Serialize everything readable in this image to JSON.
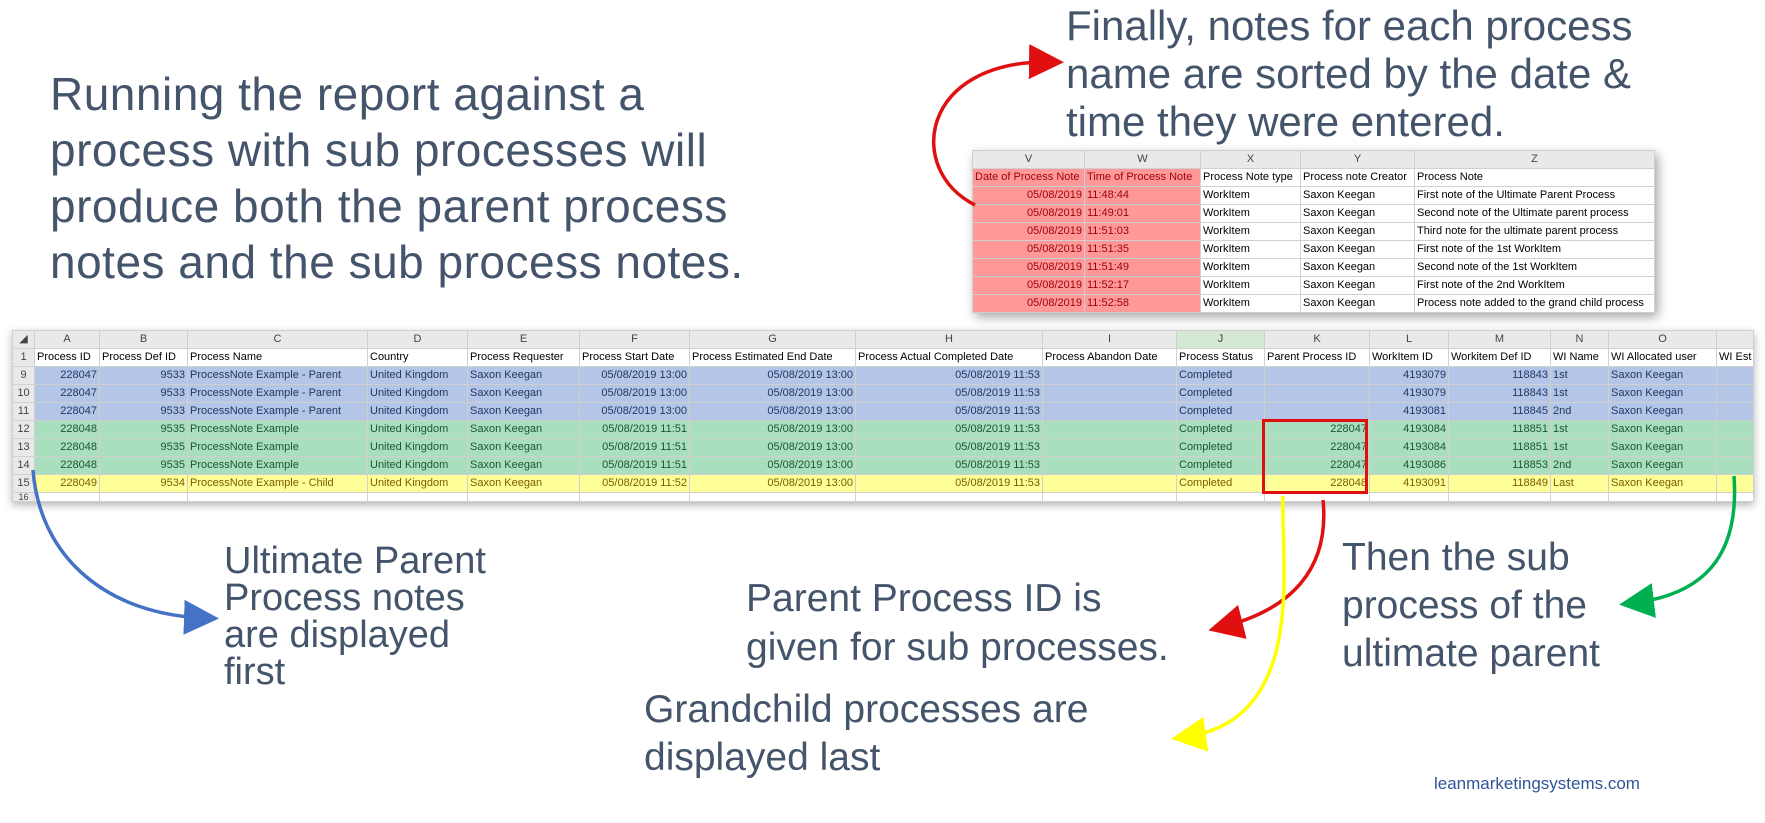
{
  "main_text": "Running the report against a\nprocess with sub processes will\nproduce both the parent process\nnotes and the sub process notes.",
  "top_right_text": "Finally, notes for each process\nname are sorted by the date &\ntime they were entered.",
  "annotations": {
    "ultimate_parent": "Ultimate Parent\nProcess notes\nare displayed\nfirst",
    "parent_process_id": "Parent Process ID is\ngiven for sub processes.",
    "grandchild": "Grandchild processes are\ndisplayed last",
    "sub_process": "Then the sub\nprocess of the\nultimate parent"
  },
  "footer": "leanmarketingsystems.com",
  "colors": {
    "text": "#44546a",
    "blue_rows": "#b4c6e7",
    "green_rows": "#a9dfbf",
    "yellow_rows": "#ffff99",
    "red_highlight": "#ff9999",
    "arrow_red": "#e01010",
    "arrow_blue": "#4472c4",
    "arrow_yellow": "#ffff00",
    "arrow_green": "#00b050"
  },
  "notes_sheet": {
    "columns": [
      "V",
      "W",
      "X",
      "Y",
      "Z"
    ],
    "headers": [
      "Date of Process Note",
      "Time of Process Note",
      "Process Note type",
      "Process note Creator",
      "Process Note"
    ],
    "rows": [
      [
        "05/08/2019",
        "11:48:44",
        "WorkItem",
        "Saxon Keegan",
        "First note of the Ultimate Parent Process"
      ],
      [
        "05/08/2019",
        "11:49:01",
        "WorkItem",
        "Saxon Keegan",
        "Second note of the Ultimate parent process"
      ],
      [
        "05/08/2019",
        "11:51:03",
        "WorkItem",
        "Saxon Keegan",
        "Third note for the ultimate parent process"
      ],
      [
        "05/08/2019",
        "11:51:35",
        "WorkItem",
        "Saxon Keegan",
        "First note of the 1st WorkItem"
      ],
      [
        "05/08/2019",
        "11:51:49",
        "WorkItem",
        "Saxon Keegan",
        "Second note of the 1st WorkItem"
      ],
      [
        "05/08/2019",
        "11:52:17",
        "WorkItem",
        "Saxon Keegan",
        "First note of the 2nd WorkItem"
      ],
      [
        "05/08/2019",
        "11:52:58",
        "WorkItem",
        "Saxon Keegan",
        "Process note added to the grand child process"
      ]
    ]
  },
  "main_sheet": {
    "columns": [
      "A",
      "B",
      "C",
      "D",
      "E",
      "F",
      "G",
      "H",
      "I",
      "J",
      "K",
      "L",
      "M",
      "N",
      "O",
      ""
    ],
    "header_row_num": "1",
    "headers": [
      "Process ID",
      "Process Def ID",
      "Process Name",
      "Country",
      "Process Requester",
      "Process Start Date",
      "Process Estimated End Date",
      "Process Actual Completed Date",
      "Process Abandon Date",
      "Process Status",
      "Parent Process ID",
      "WorkItem ID",
      "Workitem Def ID",
      "WI Name",
      "WI Allocated user",
      "WI Est"
    ],
    "rows": [
      {
        "num": "9",
        "band": "blue",
        "cells": [
          "228047",
          "9533",
          "ProcessNote Example - Parent",
          "United Kingdom",
          "Saxon Keegan",
          "05/08/2019 13:00",
          "05/08/2019 13:00",
          "05/08/2019 11:53",
          "",
          "Completed",
          "",
          "4193079",
          "118843",
          "1st",
          "Saxon Keegan",
          ""
        ]
      },
      {
        "num": "10",
        "band": "blue",
        "cells": [
          "228047",
          "9533",
          "ProcessNote Example - Parent",
          "United Kingdom",
          "Saxon Keegan",
          "05/08/2019 13:00",
          "05/08/2019 13:00",
          "05/08/2019 11:53",
          "",
          "Completed",
          "",
          "4193079",
          "118843",
          "1st",
          "Saxon Keegan",
          ""
        ]
      },
      {
        "num": "11",
        "band": "blue",
        "cells": [
          "228047",
          "9533",
          "ProcessNote Example - Parent",
          "United Kingdom",
          "Saxon Keegan",
          "05/08/2019 13:00",
          "05/08/2019 13:00",
          "05/08/2019 11:53",
          "",
          "Completed",
          "",
          "4193081",
          "118845",
          "2nd",
          "Saxon Keegan",
          ""
        ]
      },
      {
        "num": "12",
        "band": "green",
        "cells": [
          "228048",
          "9535",
          "ProcessNote Example",
          "United Kingdom",
          "Saxon Keegan",
          "05/08/2019 11:51",
          "05/08/2019 13:00",
          "05/08/2019 11:53",
          "",
          "Completed",
          "228047",
          "4193084",
          "118851",
          "1st",
          "Saxon Keegan",
          ""
        ]
      },
      {
        "num": "13",
        "band": "green",
        "cells": [
          "228048",
          "9535",
          "ProcessNote Example",
          "United Kingdom",
          "Saxon Keegan",
          "05/08/2019 11:51",
          "05/08/2019 13:00",
          "05/08/2019 11:53",
          "",
          "Completed",
          "228047",
          "4193084",
          "118851",
          "1st",
          "Saxon Keegan",
          ""
        ]
      },
      {
        "num": "14",
        "band": "green",
        "cells": [
          "228048",
          "9535",
          "ProcessNote Example",
          "United Kingdom",
          "Saxon Keegan",
          "05/08/2019 11:51",
          "05/08/2019 13:00",
          "05/08/2019 11:53",
          "",
          "Completed",
          "228047",
          "4193086",
          "118853",
          "2nd",
          "Saxon Keegan",
          ""
        ]
      },
      {
        "num": "15",
        "band": "yellow",
        "cells": [
          "228049",
          "9534",
          "ProcessNote Example - Child",
          "United Kingdom",
          "Saxon Keegan",
          "05/08/2019 11:52",
          "05/08/2019 13:00",
          "05/08/2019 11:53",
          "",
          "Completed",
          "228048",
          "4193091",
          "118849",
          "Last",
          "Saxon Keegan",
          ""
        ]
      }
    ],
    "trailing_row_num": "16"
  }
}
